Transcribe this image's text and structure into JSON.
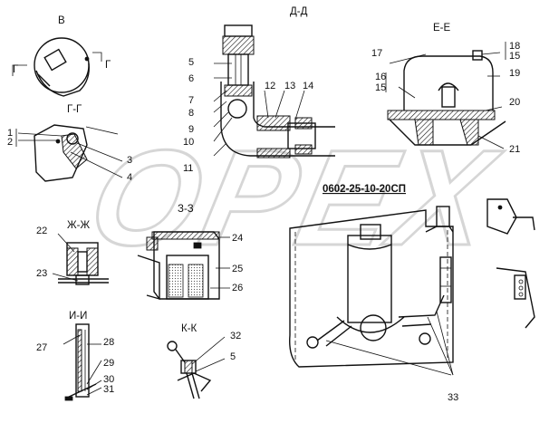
{
  "drawing": {
    "code": "0602-25-10-20СП",
    "watermark": "OPEX",
    "sections": {
      "B": "В",
      "DD": "Д-Д",
      "EE": "Е-Е",
      "GG": "Г-Г",
      "G1": "Г",
      "G2": "Г",
      "ZhZh": "Ж-Ж",
      "ZZ": "З-З",
      "II": "И-И",
      "KK": "К-К"
    },
    "callouts": {
      "c1": "1",
      "c2": "2",
      "c3": "3",
      "c4": "4",
      "c5a": "5",
      "c5b": "5",
      "c6": "6",
      "c7": "7",
      "c8": "8",
      "c9": "9",
      "c10": "10",
      "c11": "11",
      "c12": "12",
      "c13": "13",
      "c14": "14",
      "c15a": "15",
      "c15b": "15",
      "c16": "16",
      "c17": "17",
      "c18": "18",
      "c19": "19",
      "c20": "20",
      "c21": "21",
      "c22": "22",
      "c23": "23",
      "c24": "24",
      "c25": "25",
      "c26": "26",
      "c27": "27",
      "c28": "28",
      "c29": "29",
      "c30": "30",
      "c31": "31",
      "c32": "32",
      "c33": "33"
    }
  }
}
